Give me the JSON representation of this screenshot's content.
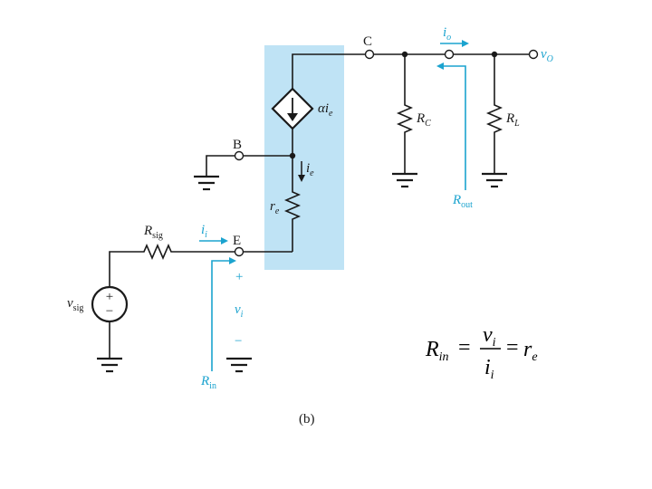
{
  "figure": {
    "caption": "(b)",
    "colors": {
      "highlight": "#bfe3f5",
      "accent": "#1ba3cf",
      "ink": "#1a1a1a"
    }
  },
  "terminals": {
    "collector": "C",
    "base": "B",
    "emitter": "E"
  },
  "components": {
    "dependent_source": {
      "symbol": "α",
      "var": "i",
      "sub": "e"
    },
    "emitter_current": {
      "var": "i",
      "sub": "e"
    },
    "emitter_resistance": {
      "var": "r",
      "sub": "e"
    },
    "source_resistance": {
      "var": "R",
      "sub": "sig"
    },
    "input_current": {
      "var": "i",
      "sub": "i"
    },
    "collector_resistor": {
      "var": "R",
      "sub": "C"
    },
    "load_resistor": {
      "var": "R",
      "sub": "L"
    },
    "output_current": {
      "var": "i",
      "sub": "o"
    },
    "output_voltage": {
      "var": "v",
      "sub": "O"
    },
    "signal_source": {
      "var": "v",
      "sub": "sig",
      "plus": "+",
      "minus": "−"
    },
    "input_voltage": {
      "var": "v",
      "sub": "i",
      "plus": "+",
      "minus": "−"
    },
    "output_resistance": {
      "var": "R",
      "sub": "out"
    },
    "input_resistance": {
      "var": "R",
      "sub": "in"
    }
  },
  "equation": {
    "lhs": {
      "var": "R",
      "sub": "in"
    },
    "eq1": "=",
    "numerator": {
      "var": "v",
      "sub": "i"
    },
    "denominator": {
      "var": "i",
      "sub": "i"
    },
    "eq2": "=",
    "rhs": {
      "var": "r",
      "sub": "e"
    }
  }
}
